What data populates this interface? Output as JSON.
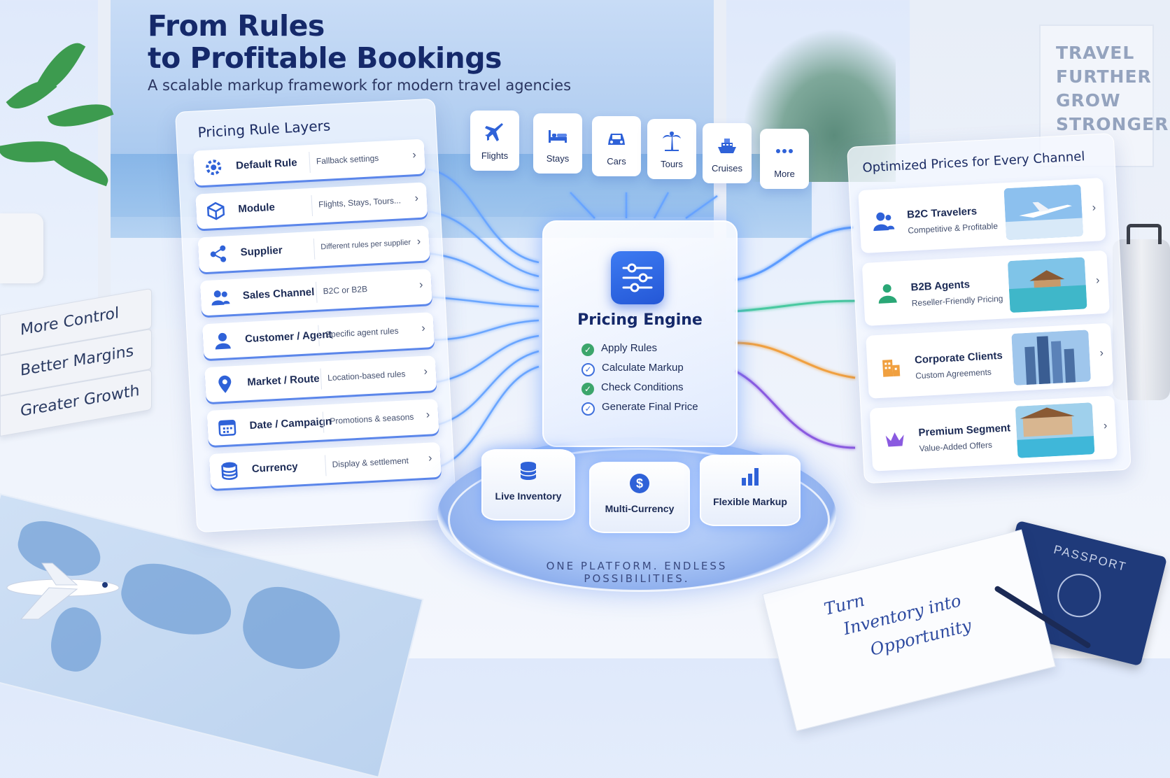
{
  "header": {
    "title_line1": "From Rules",
    "title_line2": "to Profitable Bookings",
    "subtitle": "A scalable markup framework for modern travel agencies"
  },
  "poster": {
    "lines": [
      "TRAVEL",
      "FURTHER",
      "GROW",
      "STRONGER"
    ]
  },
  "books": [
    "More Control",
    "Better Margins",
    "Greater Growth"
  ],
  "rule_layers": {
    "heading": "Pricing Rule Layers",
    "items": [
      {
        "label": "Default Rule",
        "desc": "Fallback settings",
        "icon": "gear-icon"
      },
      {
        "label": "Module",
        "desc": "Flights, Stays, Tours...",
        "icon": "cube-icon"
      },
      {
        "label": "Supplier",
        "desc": "Different rules per supplier",
        "icon": "share-icon"
      },
      {
        "label": "Sales Channel",
        "desc": "B2C or B2B",
        "icon": "users-icon"
      },
      {
        "label": "Customer / Agent",
        "desc": "Specific agent rules",
        "icon": "user-icon"
      },
      {
        "label": "Market / Route",
        "desc": "Location-based rules",
        "icon": "map-pin-icon"
      },
      {
        "label": "Date / Campaign",
        "desc": "Promotions & seasons",
        "icon": "calendar-icon"
      },
      {
        "label": "Currency",
        "desc": "Display & settlement",
        "icon": "coins-icon"
      }
    ]
  },
  "modules": [
    {
      "label": "Flights",
      "icon": "airplane-icon"
    },
    {
      "label": "Stays",
      "icon": "bed-icon"
    },
    {
      "label": "Cars",
      "icon": "car-icon"
    },
    {
      "label": "Tours",
      "icon": "palm-tree-icon"
    },
    {
      "label": "Cruises",
      "icon": "ship-icon"
    },
    {
      "label": "More",
      "icon": "more-dots-icon"
    }
  ],
  "engine": {
    "title": "Pricing Engine",
    "steps": [
      "Apply Rules",
      "Calculate Markup",
      "Check Conditions",
      "Generate Final Price"
    ]
  },
  "features": [
    {
      "label": "Live Inventory",
      "icon": "database-icon"
    },
    {
      "label": "Multi-Currency",
      "icon": "dollar-icon"
    },
    {
      "label": "Flexible Markup",
      "icon": "bar-chart-icon"
    }
  ],
  "platform_tagline": "ONE PLATFORM. ENDLESS POSSIBILITIES.",
  "channels": {
    "heading": "Optimized Prices for Every Channel",
    "items": [
      {
        "label": "B2C Travelers",
        "desc": "Competitive & Profitable",
        "icon": "users-icon"
      },
      {
        "label": "B2B Agents",
        "desc": "Reseller-Friendly Pricing",
        "icon": "users-icon"
      },
      {
        "label": "Corporate Clients",
        "desc": "Custom Agreements",
        "icon": "building-icon"
      },
      {
        "label": "Premium Segment",
        "desc": "Value-Added Offers",
        "icon": "crown-icon"
      }
    ]
  },
  "notepad": [
    "Turn",
    "Inventory into",
    "Opportunity"
  ],
  "passport": "PASSPORT",
  "colors": {
    "accent": "#3d7bf2",
    "title": "#15296a",
    "green": "#3ca56b",
    "orange": "#f0a040",
    "purple": "#8a5ae0"
  }
}
